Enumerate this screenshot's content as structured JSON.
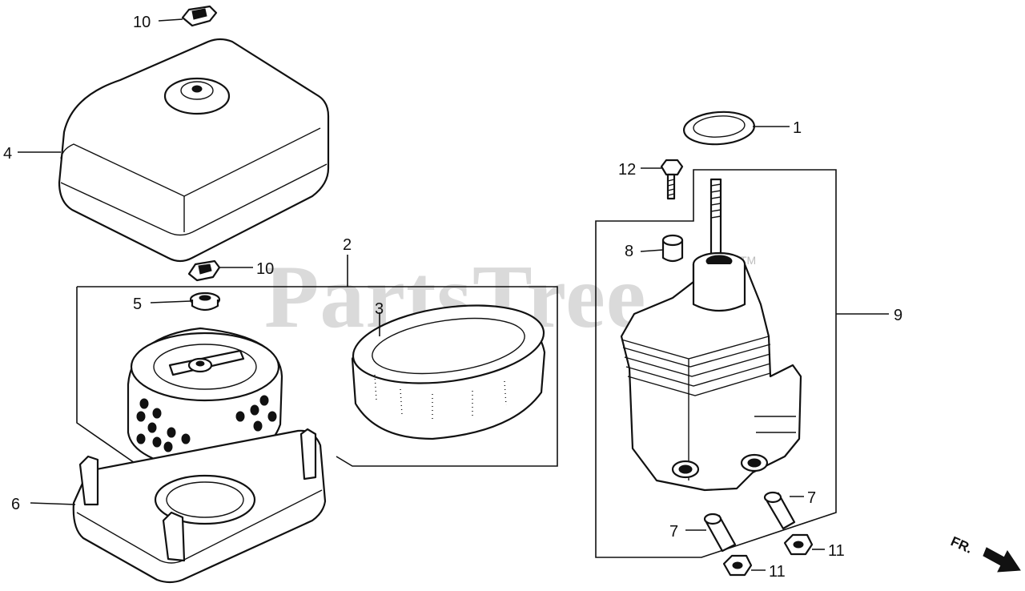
{
  "watermark": {
    "text": "PartsTree",
    "trademark": "TM"
  },
  "direction_marker": {
    "label": "FR.",
    "icon": "arrow-right-down-icon"
  },
  "callouts": {
    "c1": "1",
    "c2": "2",
    "c3": "3",
    "c4": "4",
    "c5": "5",
    "c6": "6",
    "c7a": "7",
    "c7b": "7",
    "c8": "8",
    "c9": "9",
    "c10a": "10",
    "c10b": "10",
    "c11a": "11",
    "c11b": "11",
    "c12": "12"
  }
}
